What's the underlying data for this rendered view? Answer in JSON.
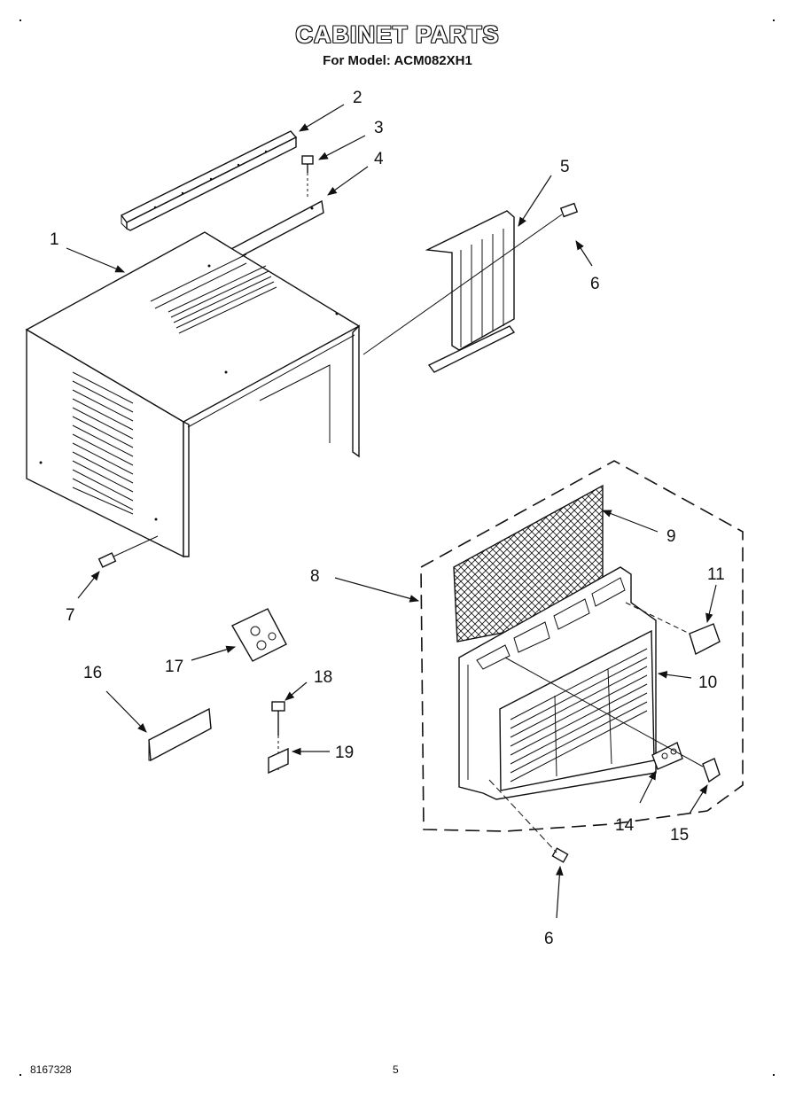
{
  "header": {
    "title": "CABINET PARTS",
    "subtitle": "For Model: ACM082XH1"
  },
  "footer": {
    "doc_number": "8167328",
    "page_number": "5"
  },
  "callouts": {
    "c1": "1",
    "c2": "2",
    "c3": "3",
    "c4": "4",
    "c5": "5",
    "c6a": "6",
    "c6b": "6",
    "c7": "7",
    "c8": "8",
    "c9": "9",
    "c10": "10",
    "c11": "11",
    "c14": "14",
    "c15": "15",
    "c16": "16",
    "c17": "17",
    "c18": "18",
    "c19": "19"
  }
}
